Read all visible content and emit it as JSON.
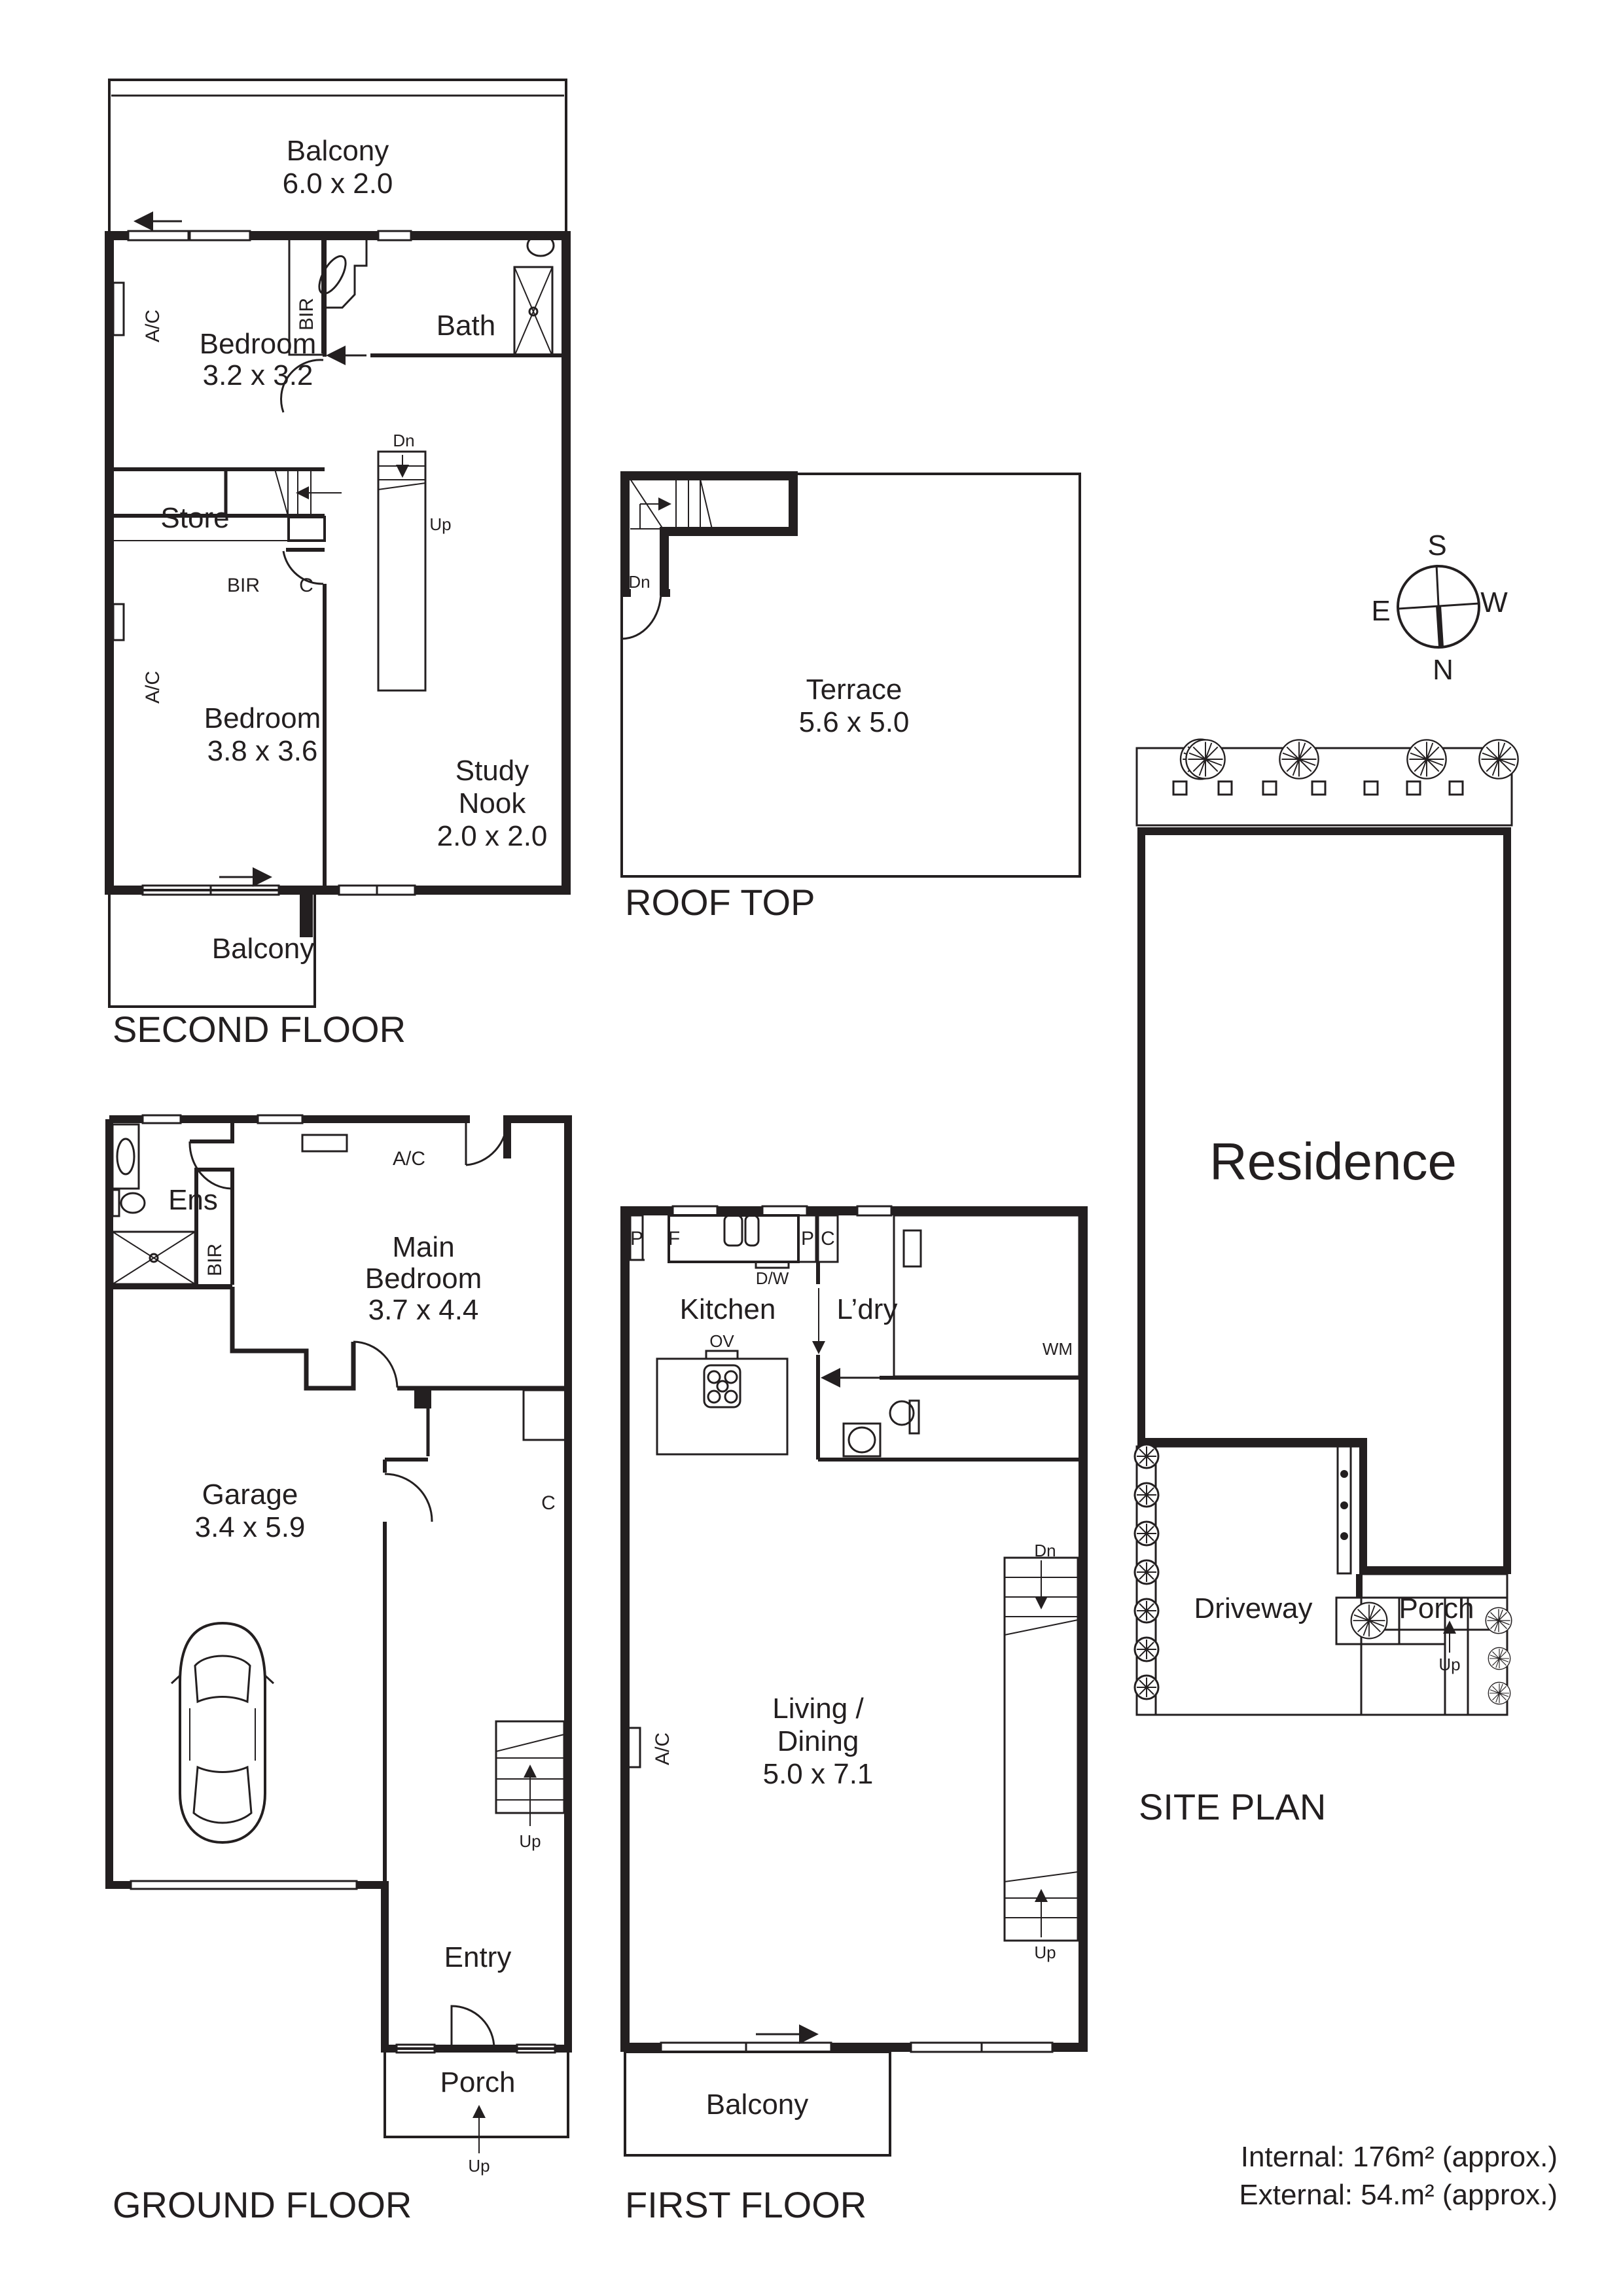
{
  "second_floor": {
    "title": "SECOND FLOOR",
    "balcony_top": {
      "name": "Balcony",
      "dims": "6.0 x 2.0"
    },
    "bedroom_top": {
      "name": "Bedroom",
      "dims": "3.2 x 3.2"
    },
    "bir_vertical": "BIR",
    "bath": "Bath",
    "ac_top": "A/C",
    "store": "Store",
    "stairs_up": "Up",
    "stairs_dn": "Dn",
    "bir_horizontal": "BIR",
    "cupboard": "C",
    "bedroom_bottom": {
      "name": "Bedroom",
      "dims": "3.8 x 3.6"
    },
    "ac_bottom": "A/C",
    "study": {
      "name_line1": "Study",
      "name_line2": "Nook",
      "dims": "2.0 x 2.0"
    },
    "balcony_bottom": "Balcony"
  },
  "roof_top": {
    "title": "ROOF TOP",
    "stairs_dn": "Dn",
    "terrace": {
      "name": "Terrace",
      "dims": "5.6 x 5.0"
    }
  },
  "compass": {
    "north": "N",
    "south": "S",
    "east": "E",
    "west": "W"
  },
  "site_plan": {
    "title": "SITE PLAN",
    "residence": "Residence",
    "driveway": "Driveway",
    "porch": "Porch",
    "up": "Up"
  },
  "ground_floor": {
    "title": "GROUND FLOOR",
    "ens": "Ens",
    "bir": "BIR",
    "ac": "A/C",
    "main_bedroom": {
      "name_line1": "Main",
      "name_line2": "Bedroom",
      "dims": "3.7 x 4.4"
    },
    "garage": {
      "name": "Garage",
      "dims": "3.4 x 5.9"
    },
    "cupboard": "C",
    "stairs_up": "Up",
    "entry": "Entry",
    "porch": "Porch",
    "porch_up": "Up"
  },
  "first_floor": {
    "title": "FIRST FLOOR",
    "pantry_left": "P",
    "fridge": "F",
    "pantry_right": "P",
    "cupboard": "C",
    "dishwasher": "D/W",
    "kitchen": "Kitchen",
    "oven": "OV",
    "laundry": "L’dry",
    "washing_machine": "WM",
    "living": {
      "name_line1": "Living /",
      "name_line2": "Dining",
      "dims": "5.0 x 7.1"
    },
    "ac": "A/C",
    "stairs_dn": "Dn",
    "stairs_up": "Up",
    "balcony": "Balcony"
  },
  "areas": {
    "internal": "Internal: 176m² (approx.)",
    "external": "External: 54.m² (approx.)"
  }
}
